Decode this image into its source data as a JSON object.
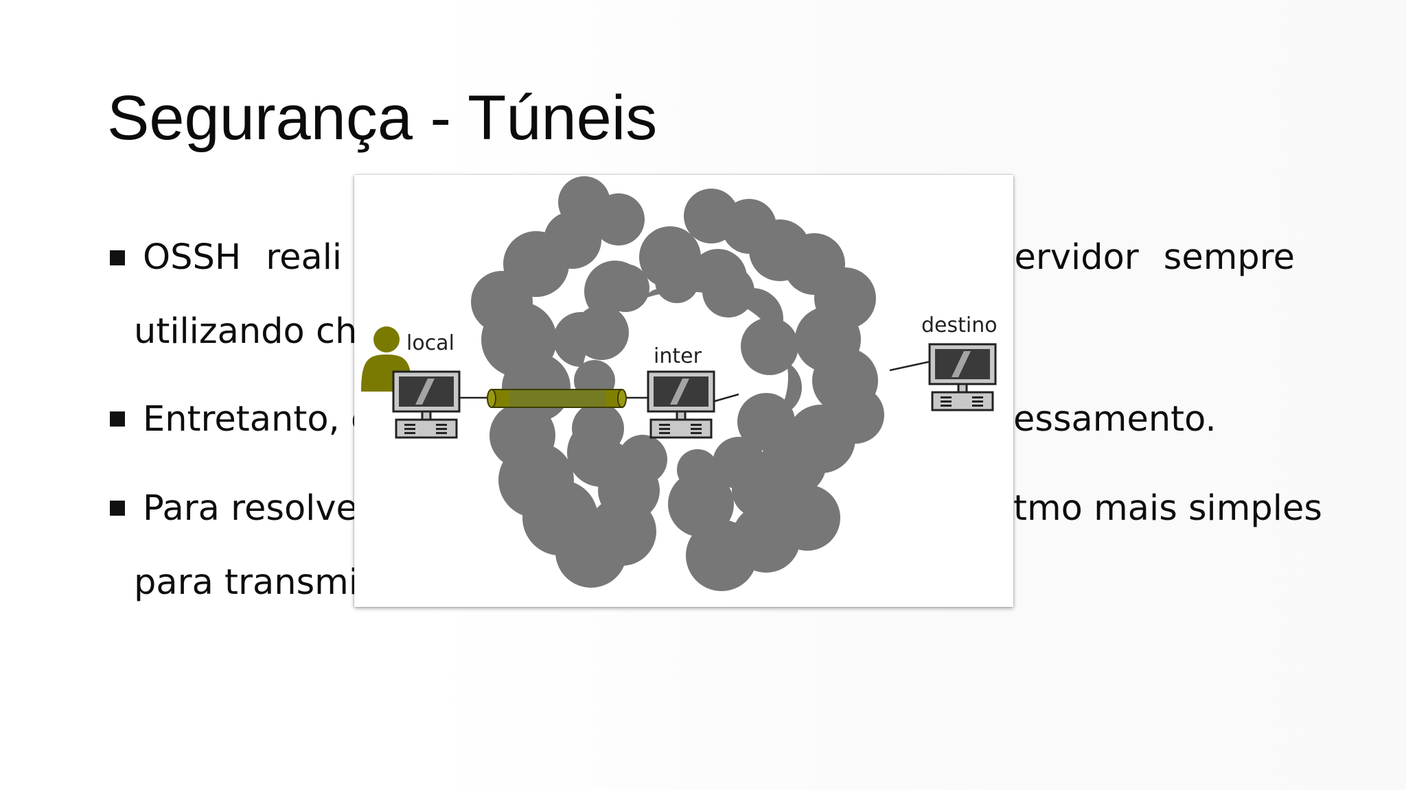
{
  "slide": {
    "title": "Segurança - Túneis",
    "bullets": [
      {
        "lines": [
          [
            "O",
            "SSH",
            "reali",
            "servidor",
            "sempre"
          ],
          "utilizando cha"
        ]
      },
      {
        "lines": [
          "Entretanto, e",
          "essamento."
        ]
      },
      {
        "lines": [
          "Para resolver",
          "tmo mais simples",
          "para transmit"
        ]
      }
    ]
  },
  "figure": {
    "labels": {
      "local": "local",
      "inter": "inter",
      "destino": "destino"
    },
    "colors": {
      "cloud": "#777777",
      "tunnel": "#808000",
      "user": "#7a7a00"
    },
    "icons": [
      "user-icon",
      "computer-icon",
      "cloud-network",
      "tunnel"
    ]
  }
}
